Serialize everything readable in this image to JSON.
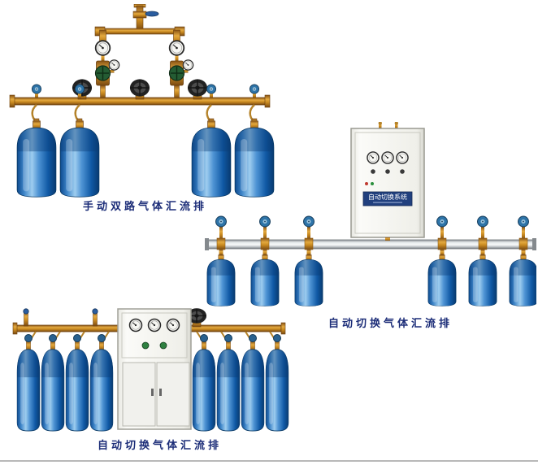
{
  "page": {
    "background": "#ffffff",
    "bottom_divider_color": "#b8b8b8"
  },
  "products": [
    {
      "id": "manual-dual-manifold",
      "caption": "手动双路气体汇流排"
    },
    {
      "id": "auto-switch-manifold-wall",
      "caption": "自动切换气体汇流排"
    },
    {
      "id": "auto-switch-manifold-floor",
      "caption": "自动切换气体汇流排"
    }
  ],
  "control_cabinet": {
    "label": "自动切换系统"
  },
  "palette": {
    "cylinder_blue": "#1565c0",
    "brass": "#d99a33",
    "rail_silver": "#d9dde0",
    "caption_color": "#1c2d78"
  }
}
